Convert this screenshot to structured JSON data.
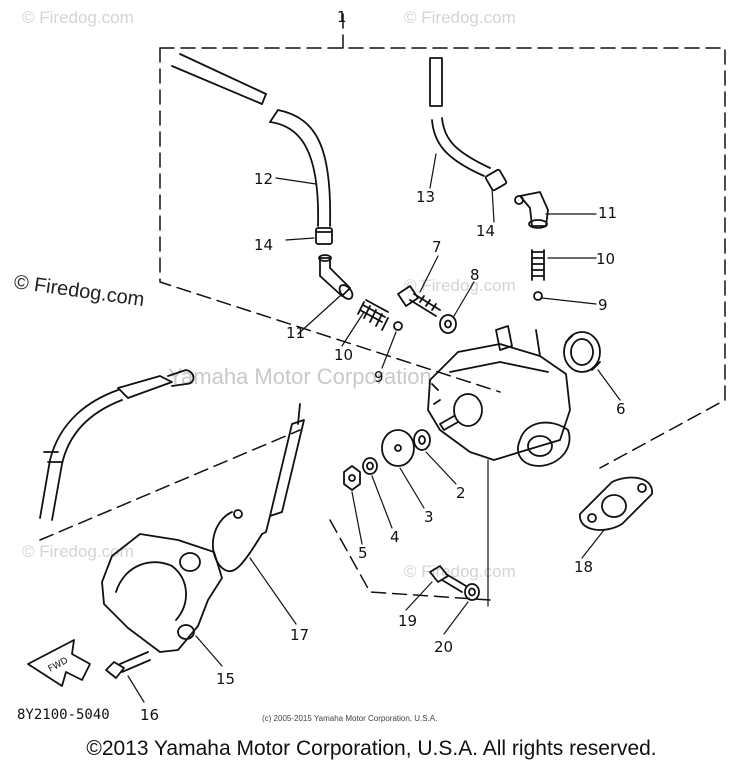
{
  "watermarks": {
    "site": "Firedog.com",
    "main": "© Firedog.com",
    "maker": "Yamaha Motor Corporation"
  },
  "parts_labels": {
    "group": "1",
    "p2": "2",
    "p3": "3",
    "p4": "4",
    "p5": "5",
    "p6": "6",
    "p7": "7",
    "p8": "8",
    "p9": "9",
    "p10": "10",
    "p11": "11",
    "p12": "12",
    "p13": "13",
    "p14": "14",
    "p15": "15",
    "p16": "16",
    "p17": "17",
    "p18": "18",
    "p19": "19",
    "p20": "20",
    "fwd": "FWD"
  },
  "footer": {
    "catalog_number": "8Y2100-5040",
    "small_copyright": "(c) 2005-2015 Yamaha Motor Corporation, U.S.A.",
    "copyright": "©2013 Yamaha Motor Corporation, U.S.A. All rights reserved."
  }
}
